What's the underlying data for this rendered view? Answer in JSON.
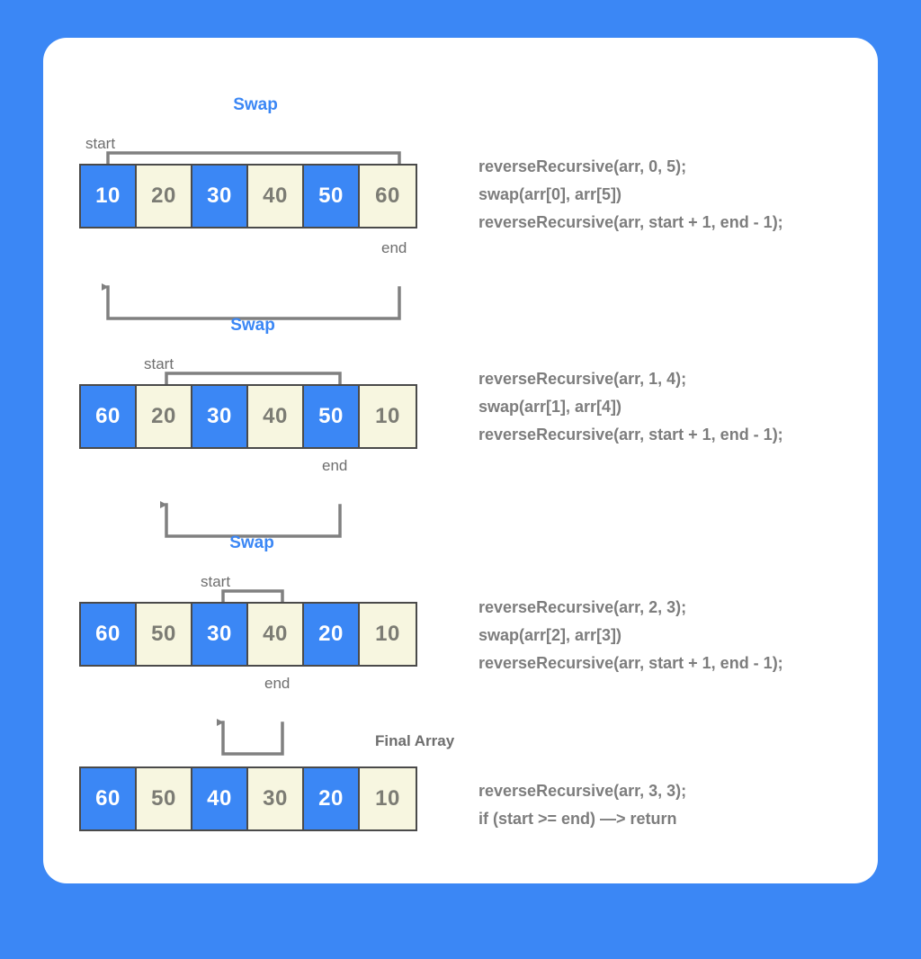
{
  "theme": {
    "page_background": "#3b87f5",
    "card_background": "#ffffff",
    "cell_blue": "#3b87f5",
    "cell_cream": "#f7f6e0",
    "cell_border": "#4a4a4a",
    "arrow_color": "#808080",
    "label_gray": "#6e6e6e",
    "code_gray": "#7d7d7d",
    "swap_blue": "#3b87f5"
  },
  "labels": {
    "swap": "Swap",
    "start": "start",
    "end": "end",
    "final_array": "Final Array"
  },
  "steps": [
    {
      "id": "step-1",
      "swap_label": "Swap",
      "start_label": "start",
      "end_label": "end",
      "start_index": 0,
      "end_index": 5,
      "cells": [
        {
          "value": "10",
          "state": "blue"
        },
        {
          "value": "20",
          "state": "cream"
        },
        {
          "value": "30",
          "state": "blue"
        },
        {
          "value": "40",
          "state": "cream"
        },
        {
          "value": "50",
          "state": "blue"
        },
        {
          "value": "60",
          "state": "cream"
        }
      ],
      "code": [
        "reverseRecursive(arr, 0, 5);",
        "swap(arr[0], arr[5])",
        "reverseRecursive(arr, start + 1, end - 1);"
      ]
    },
    {
      "id": "step-2",
      "swap_label": "Swap",
      "start_label": "start",
      "end_label": "end",
      "start_index": 1,
      "end_index": 4,
      "cells": [
        {
          "value": "60",
          "state": "blue"
        },
        {
          "value": "20",
          "state": "cream"
        },
        {
          "value": "30",
          "state": "blue"
        },
        {
          "value": "40",
          "state": "cream"
        },
        {
          "value": "50",
          "state": "blue"
        },
        {
          "value": "10",
          "state": "cream"
        }
      ],
      "code": [
        "reverseRecursive(arr, 1, 4);",
        "swap(arr[1], arr[4])",
        "reverseRecursive(arr, start + 1, end - 1);"
      ]
    },
    {
      "id": "step-3",
      "swap_label": "Swap",
      "start_label": "start",
      "end_label": "end",
      "start_index": 2,
      "end_index": 3,
      "cells": [
        {
          "value": "60",
          "state": "blue"
        },
        {
          "value": "50",
          "state": "cream"
        },
        {
          "value": "30",
          "state": "blue"
        },
        {
          "value": "40",
          "state": "cream"
        },
        {
          "value": "20",
          "state": "blue"
        },
        {
          "value": "10",
          "state": "cream"
        }
      ],
      "code": [
        "reverseRecursive(arr, 2, 3);",
        "swap(arr[2], arr[3])",
        "reverseRecursive(arr, start + 1, end - 1);"
      ]
    },
    {
      "id": "step-4",
      "title": "Final Array",
      "cells": [
        {
          "value": "60",
          "state": "blue"
        },
        {
          "value": "50",
          "state": "cream"
        },
        {
          "value": "40",
          "state": "blue"
        },
        {
          "value": "30",
          "state": "cream"
        },
        {
          "value": "20",
          "state": "blue"
        },
        {
          "value": "10",
          "state": "cream"
        }
      ],
      "code": [
        "reverseRecursive(arr, 3, 3);",
        "if (start >= end)   —> return"
      ]
    }
  ]
}
